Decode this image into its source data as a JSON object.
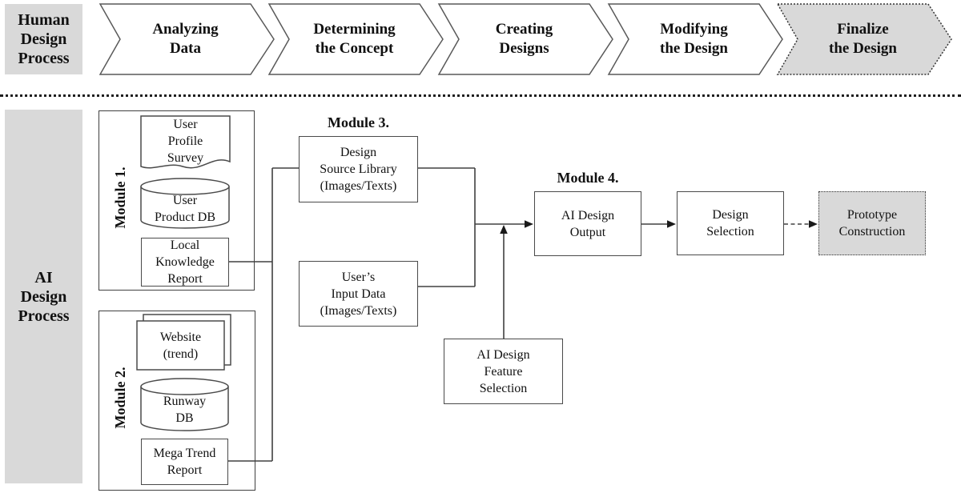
{
  "human": {
    "label": "Human\nDesign\nProcess",
    "steps": [
      {
        "label": "Analyzing\nData",
        "highlighted": false
      },
      {
        "label": "Determining\nthe Concept",
        "highlighted": false
      },
      {
        "label": "Creating\nDesigns",
        "highlighted": false
      },
      {
        "label": "Modifying\nthe Design",
        "highlighted": false
      },
      {
        "label": "Finalize\nthe Design",
        "highlighted": true
      }
    ]
  },
  "ai": {
    "label": "AI\nDesign\nProcess",
    "module1": {
      "title": "Module 1.",
      "survey": "User\nProfile\nSurvey",
      "db": "User\nProduct DB",
      "report": "Local\nKnowledge\nReport"
    },
    "module2": {
      "title": "Module 2.",
      "website": "Website\n(trend)",
      "db": "Runway\nDB",
      "report": "Mega Trend\nReport"
    },
    "module3": {
      "title": "Module 3.",
      "source_library": "Design\nSource Library\n(Images/Texts)",
      "user_input": "User’s\nInput Data\n(Images/Texts)"
    },
    "module4": {
      "title": "Module 4.",
      "output": "AI Design\nOutput"
    },
    "design_selection": "Design\nSelection",
    "prototype": "Prototype\nConstruction",
    "feature_selection": "AI Design\nFeature\nSelection"
  },
  "colors": {
    "gray_fill": "#d9d9d9",
    "line": "#404040"
  }
}
